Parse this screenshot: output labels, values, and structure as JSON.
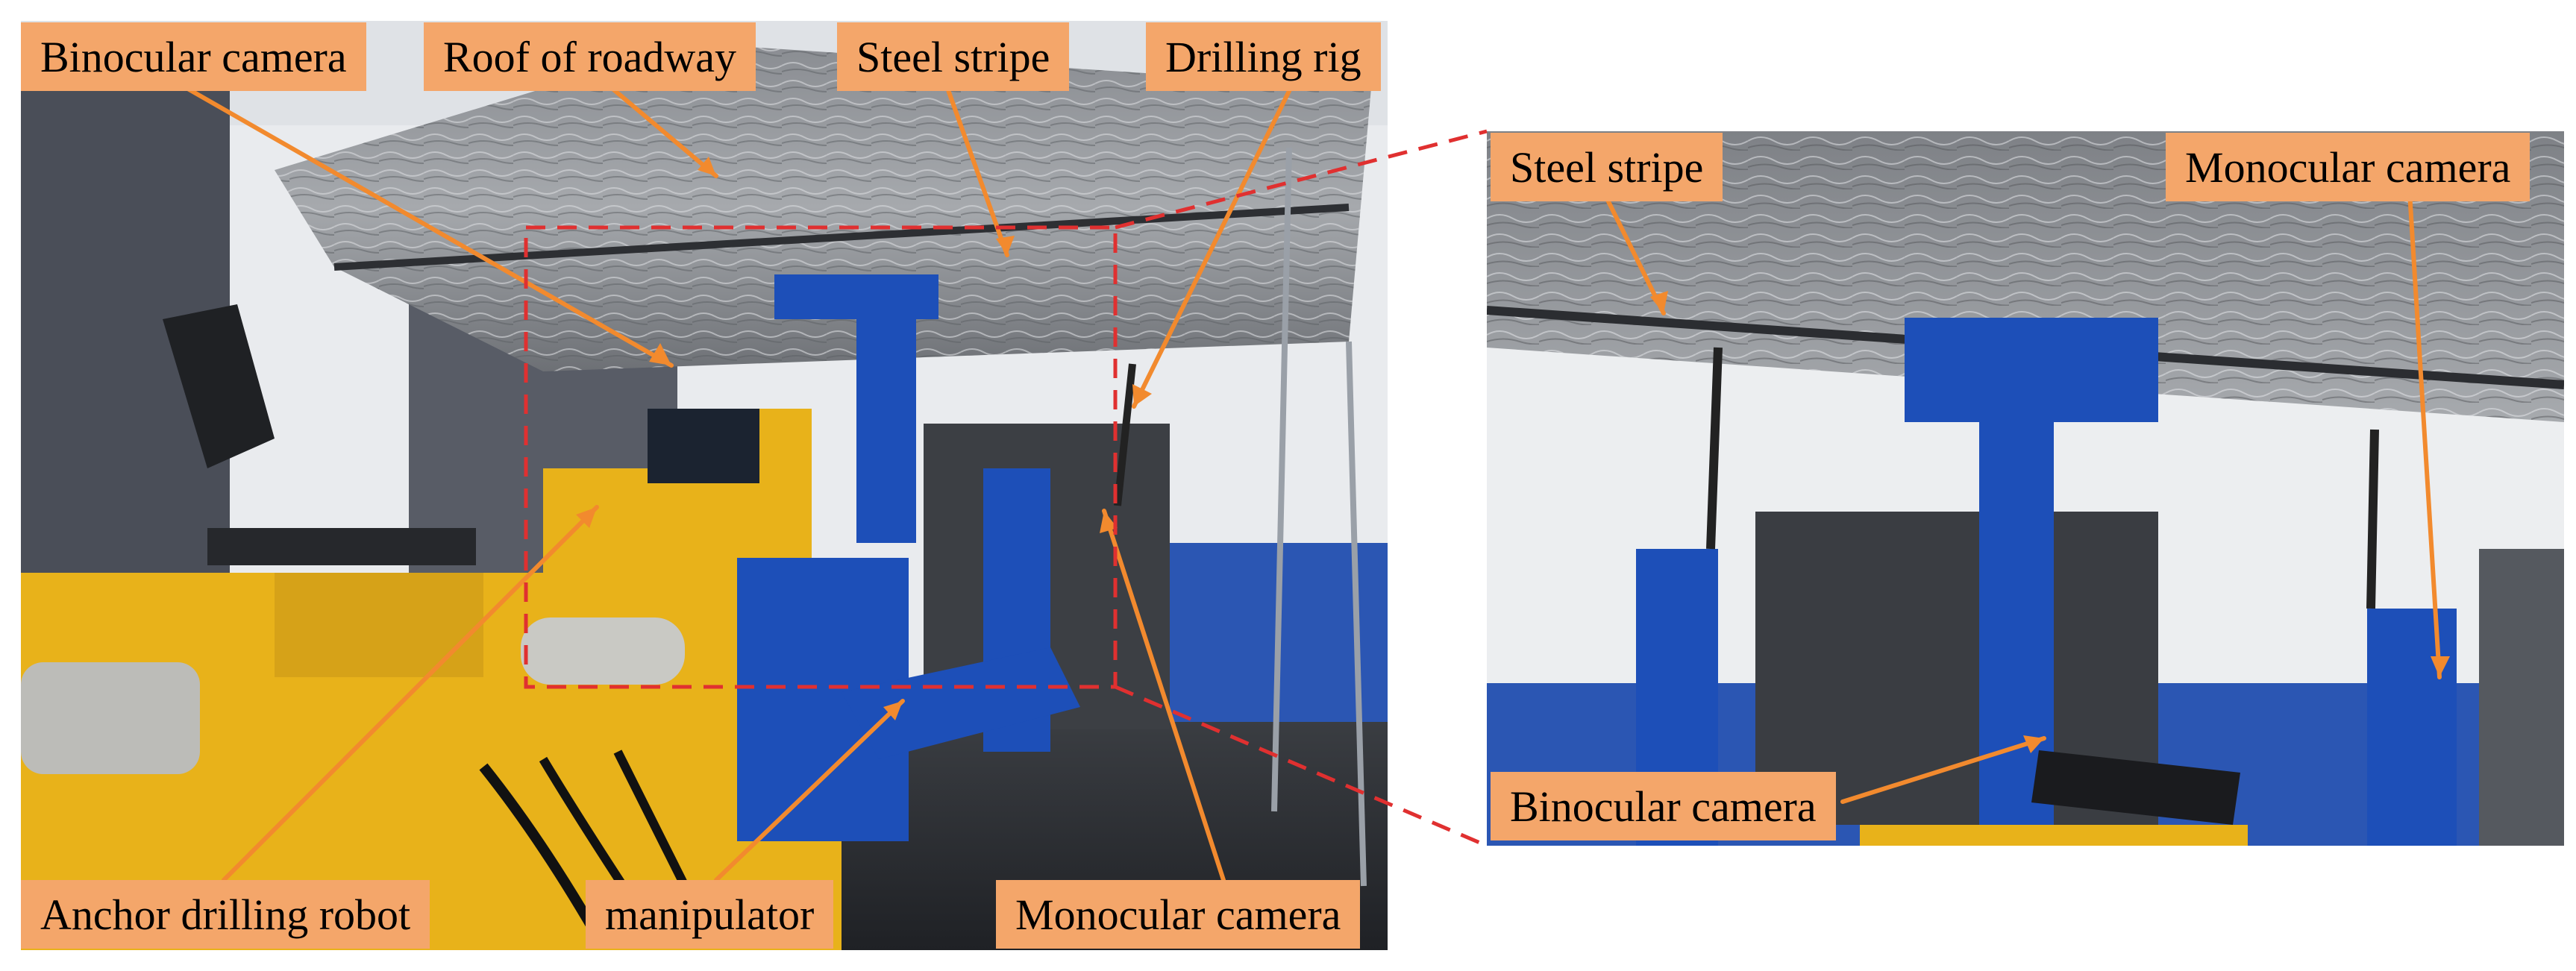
{
  "labels": {
    "binocular_camera_left": "Binocular camera",
    "roof_of_roadway": "Roof of roadway",
    "steel_stripe_left": "Steel stripe",
    "drilling_rig": "Drilling rig",
    "anchor_drilling_robot": "Anchor drilling robot",
    "manipulator": "manipulator",
    "monocular_camera_left": "Monocular camera",
    "steel_stripe_right": "Steel stripe",
    "monocular_camera_right": "Monocular camera",
    "binocular_camera_right": "Binocular camera"
  },
  "colors": {
    "label_fill": "#f4a66a",
    "arrow": "#f28a2e",
    "dashed_box": "#e03030",
    "robot_yellow": "#e8b21a",
    "robot_blue": "#1d4fb8"
  }
}
